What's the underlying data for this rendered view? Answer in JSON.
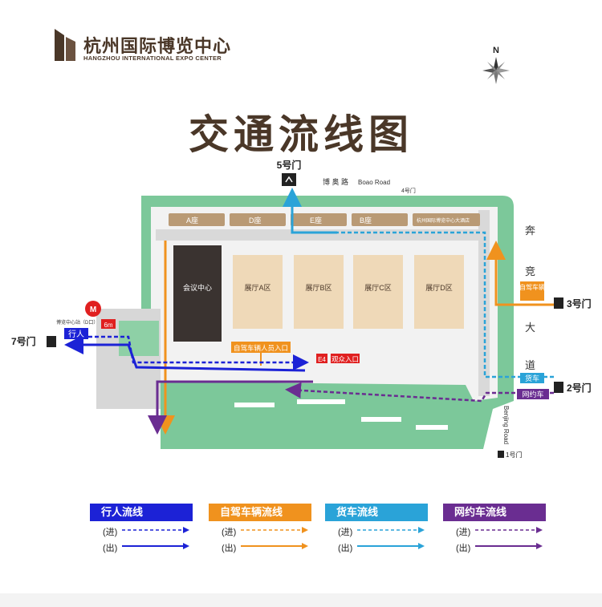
{
  "header": {
    "logo_cn": "杭州国际博览中心",
    "logo_en": "HANGZHOU INTERNATIONAL EXPO CENTER",
    "compass_label": "N",
    "title": "交通流线图"
  },
  "gates": {
    "gate5": "5号门",
    "gate4": "4号门",
    "gate3": "3号门",
    "gate2": "2号门",
    "gate1": "1号门",
    "gate7": "7号门"
  },
  "roads": {
    "boao_cn": "博 奥 路",
    "boao_en": "Boao Road",
    "benjing_en": "Benjing Road",
    "benjing_cn": [
      "奔",
      "竞",
      "大",
      "道"
    ]
  },
  "blocks": {
    "a": "A座",
    "d": "D座",
    "e": "E座",
    "b": "B座",
    "hotel": "杭州国际博览中心大酒店",
    "conference": "会议中心",
    "hall_a": "展厅A区",
    "hall_b": "展厅B区",
    "hall_c": "展厅C区",
    "hall_d": "展厅D区"
  },
  "labels": {
    "self_drive_entrance": "自驾车辆人员入口",
    "visitor_entrance": "观众入口",
    "e4": "E4",
    "pedestrian": "行人",
    "metro_line": "6m",
    "metro_station": "博览中心站（D口）",
    "self_drive_tag": "自驾车辆",
    "truck_tag": "货车",
    "ride_hailing_tag": "网约车"
  },
  "legend": [
    {
      "title": "行人流线",
      "color": "#1c22d6",
      "in": "(进)",
      "out": "(出)"
    },
    {
      "title": "自驾车辆流线",
      "color": "#f0921e",
      "in": "(进)",
      "out": "(出)"
    },
    {
      "title": "货车流线",
      "color": "#2aa3d8",
      "in": "(进)",
      "out": "(出)"
    },
    {
      "title": "网约车流线",
      "color": "#6a2d91",
      "in": "(进)",
      "out": "(出)"
    }
  ],
  "colors": {
    "green": "#7cc89a",
    "brown": "#4a3728",
    "hall": "#efd9b8",
    "pedestrian": "#1c22d6",
    "self_drive": "#f0921e",
    "truck": "#2aa3d8",
    "ride_hailing": "#6a2d91"
  }
}
